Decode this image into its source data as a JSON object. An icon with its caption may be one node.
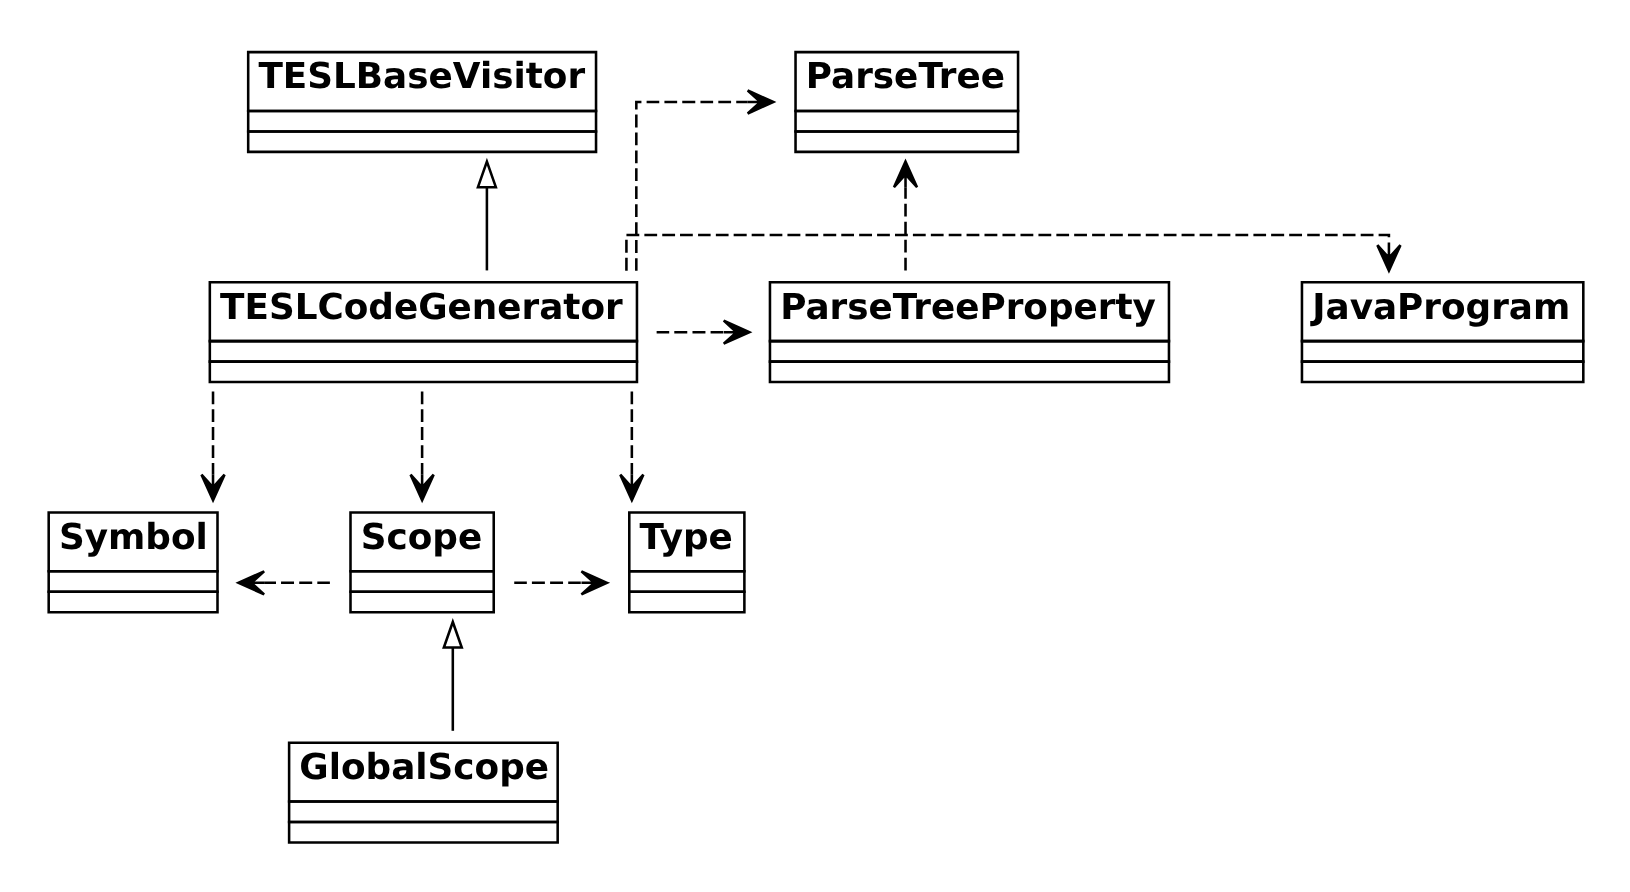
{
  "diagram": {
    "nodes": [
      {
        "text": [
          "TESLBaseVisitor"
        ]
      },
      {
        "text": [
          "JavaProgram"
        ]
      },
      {
        "text": [
          "TESLCodeGenerator"
        ]
      },
      {
        "text": [
          "ParseTree"
        ]
      },
      {
        "text": [
          "ParseTreeProperty"
        ]
      },
      {
        "text": [
          "Symbol"
        ]
      },
      {
        "text": [
          "Scope"
        ]
      },
      {
        "text": [
          "Type"
        ]
      },
      {
        "text": [
          "GlobalScope"
        ]
      }
    ],
    "edges": [
      {
        "from": 2,
        "to": 0,
        "arrow": "to"
      },
      {
        "from": 2,
        "to": 1,
        "arrow": "to",
        "style": "dashed"
      },
      {
        "from": 2,
        "to": 3,
        "arrow": "to",
        "style": "dashed"
      },
      {
        "from": 2,
        "to": 4,
        "arrow": "to",
        "style": "dashed"
      },
      {
        "from": 4,
        "to": 3,
        "arrow": "to",
        "style": "dashed"
      },
      {
        "from": 2,
        "to": 5,
        "arrow": "to",
        "style": "dashed"
      },
      {
        "from": 2,
        "to": 6,
        "arrow": "to",
        "style": "dashed"
      },
      {
        "from": 2,
        "to": 7,
        "arrow": "to",
        "style": "dashed"
      },
      {
        "from": 6,
        "to": 5,
        "arrow": "to",
        "style": "dashed"
      },
      {
        "from": 6,
        "to": 7,
        "arrow": "to",
        "style": "dashed"
      },
      {
        "from": 8,
        "to": 6,
        "arrow": "to"
      }
    ]
  }
}
